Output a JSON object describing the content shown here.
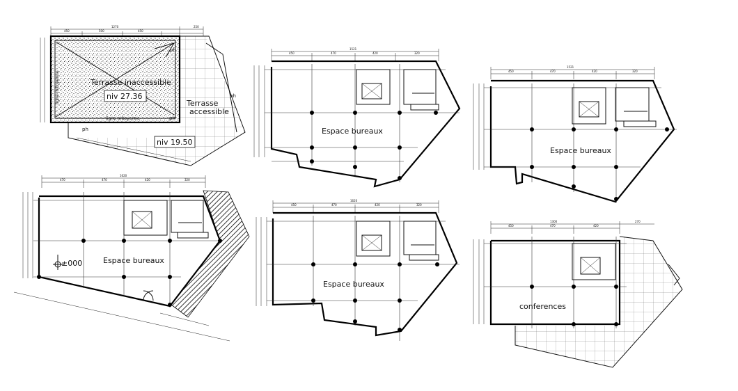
{
  "plans": {
    "roof": {
      "label_inaccessible": "Terrasse inaccessible",
      "label_accessible_1": "Terrasse",
      "label_accessible_2": "accessible",
      "level_upper": "niv 27.36",
      "level_lower": "niv 19.50",
      "note_bottom": "ligne mitoyenne",
      "note_left": "ligne mitoyenne",
      "note_ph_1": "ph",
      "note_ph_2": "ph",
      "note_ph_3": "ph",
      "note_ph_4": "ph",
      "dim_total": "1270",
      "dim_a": "450",
      "dim_b": "500",
      "dim_c": "450",
      "dim_d": "250"
    },
    "plan_b": {
      "room": "Espace bureaux",
      "dim_total": "1521",
      "dim_a": "450",
      "dim_b": "470",
      "dim_c": "420",
      "dim_d": "320"
    },
    "plan_c": {
      "room": "Espace bureaux",
      "dim_total": "1521",
      "dim_a": "450",
      "dim_b": "470",
      "dim_c": "420",
      "dim_d": "320"
    },
    "plan_d": {
      "room": "Espace bureaux",
      "level": "±000",
      "dim_total": "1620",
      "dim_a": "470",
      "dim_b": "470",
      "dim_c": "420",
      "dim_d": "320"
    },
    "plan_e": {
      "room": "Espace bureaux",
      "dim_total": "1620",
      "dim_a": "450",
      "dim_b": "470",
      "dim_c": "420",
      "dim_d": "320"
    },
    "plan_f": {
      "room": "conferences",
      "dim_total": "1300",
      "dim_a": "450",
      "dim_b": "470",
      "dim_c": "420",
      "dim_d": "270"
    }
  },
  "colors": {
    "line": "#111111",
    "background": "#ffffff"
  }
}
